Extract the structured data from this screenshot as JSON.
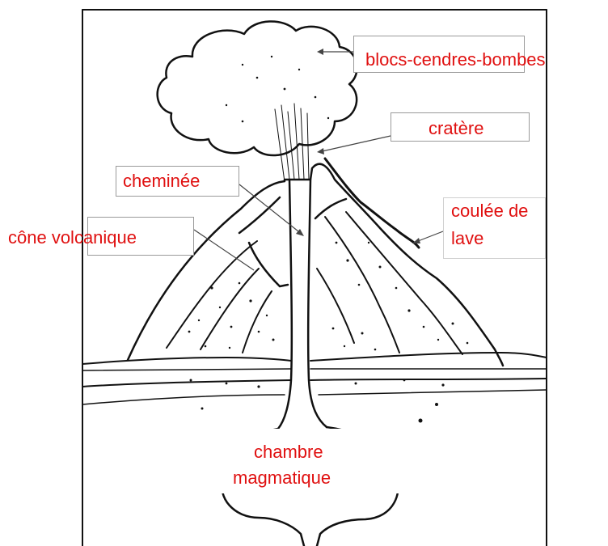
{
  "labels": {
    "blocs": "blocs-cendres-bombes",
    "cratere": "cratère",
    "cheminee": "cheminée",
    "coulee_line1": "coulée de",
    "coulee_line2": "lave",
    "cone": "cône volcanique",
    "chambre_line1": "chambre",
    "chambre_line2": "magmatique"
  },
  "colors": {
    "label_text": "#e01010",
    "line_art": "#111111",
    "box_border": "#9a9a9a"
  }
}
